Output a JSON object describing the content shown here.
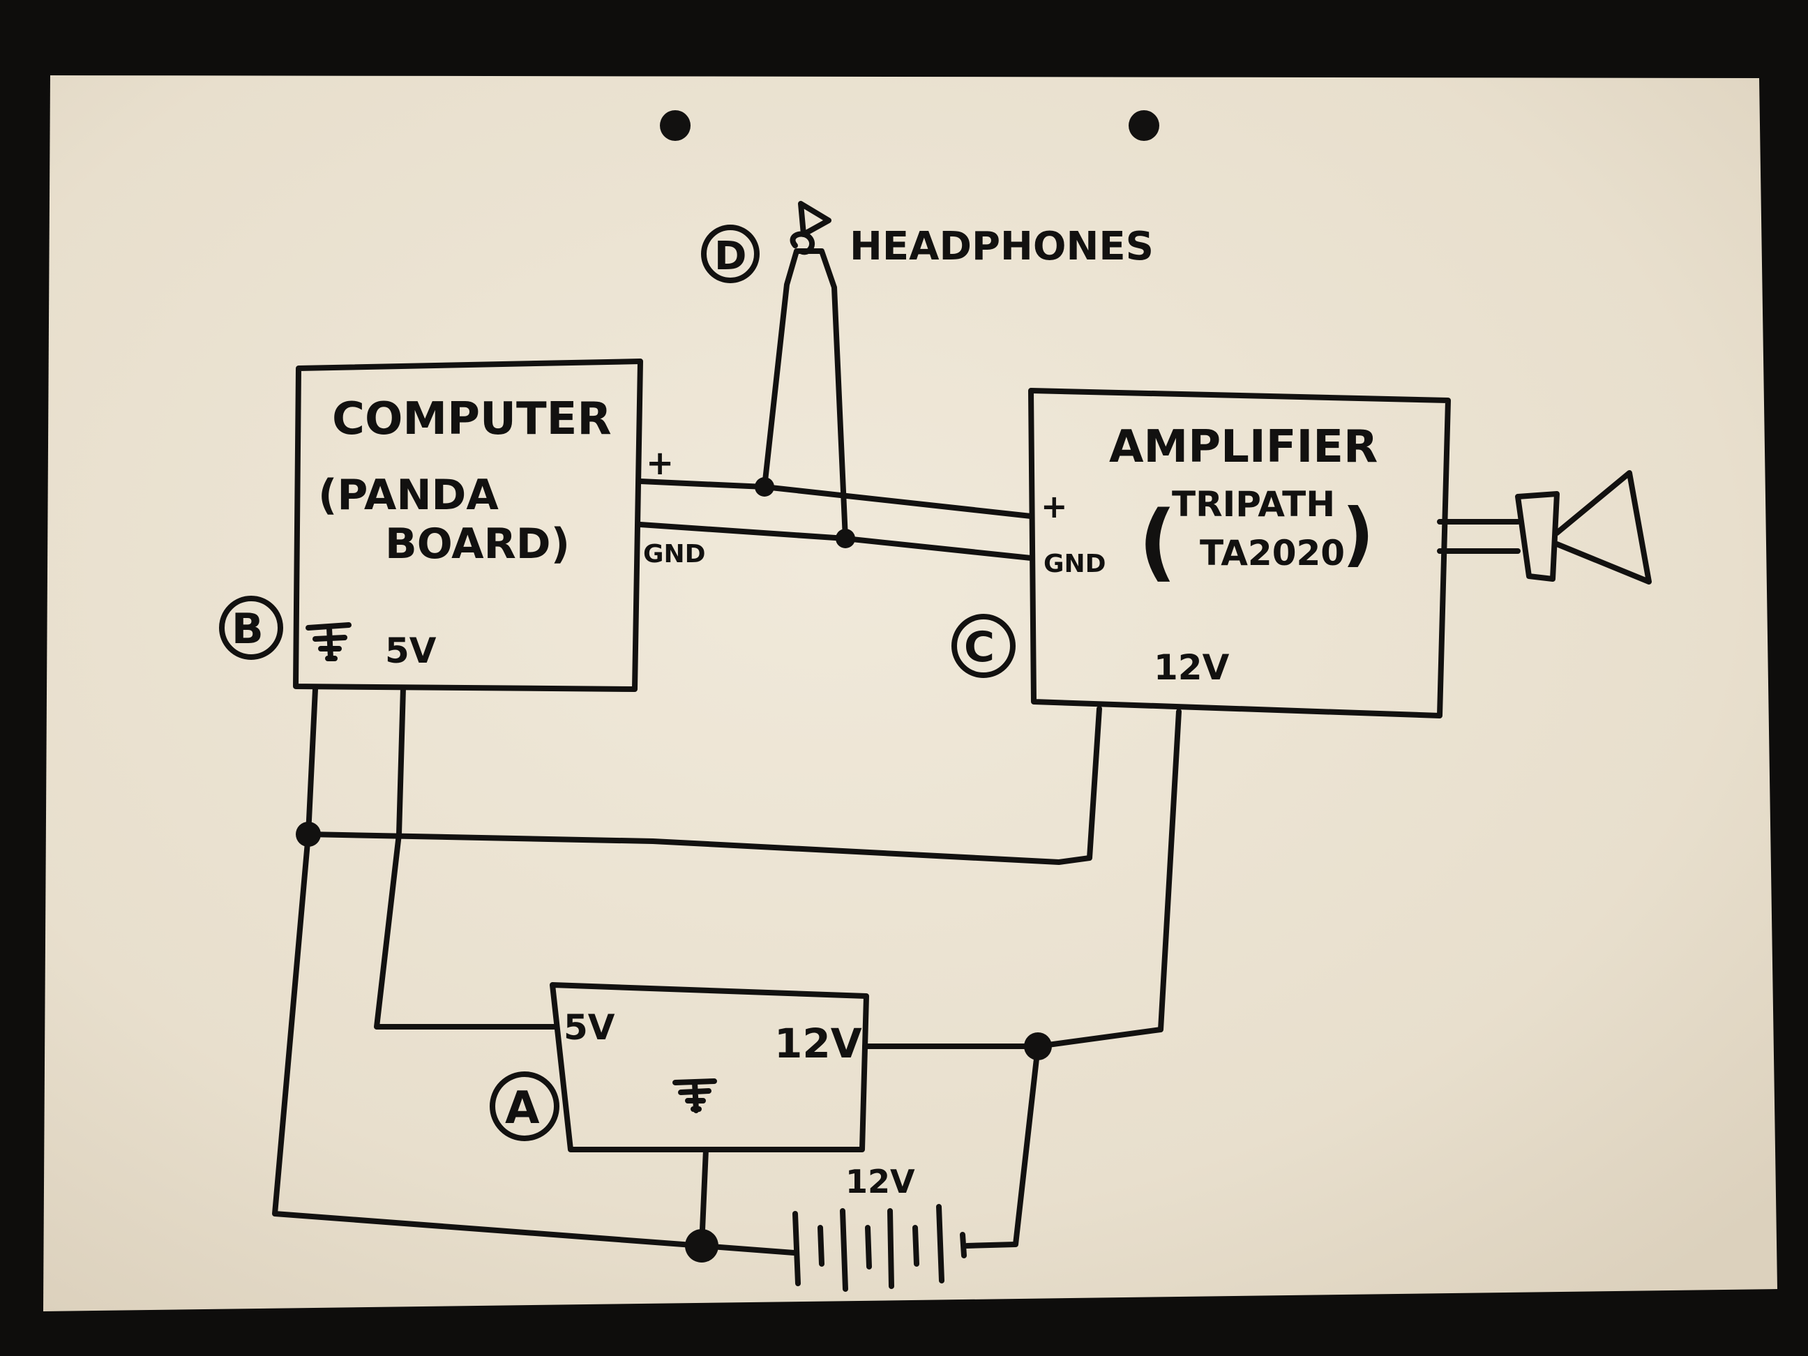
{
  "diagram": {
    "computer": {
      "marker": "B",
      "title_line1": "COMPUTER",
      "title_line2": "(PANDA",
      "title_line3": "BOARD)",
      "plus_label": "+",
      "gnd_label": "GND",
      "v5_label": "5V"
    },
    "amplifier": {
      "marker": "C",
      "title": "AMPLIFIER",
      "model_line1": "TRIPATH",
      "model_line2": "TA2020",
      "paren_open": "(",
      "paren_close": ")",
      "plus_label": "+",
      "gnd_label": "GND",
      "v12_label": "12V"
    },
    "headphones": {
      "marker": "D",
      "label": "HEADPHONES"
    },
    "regulator": {
      "marker": "A",
      "v5_label": "5V",
      "v12_label": "12V"
    },
    "battery": {
      "label": "12V"
    },
    "colors": {
      "paper": "#ebe3d3",
      "ink": "#121110",
      "background": "#0e0d0c"
    }
  }
}
